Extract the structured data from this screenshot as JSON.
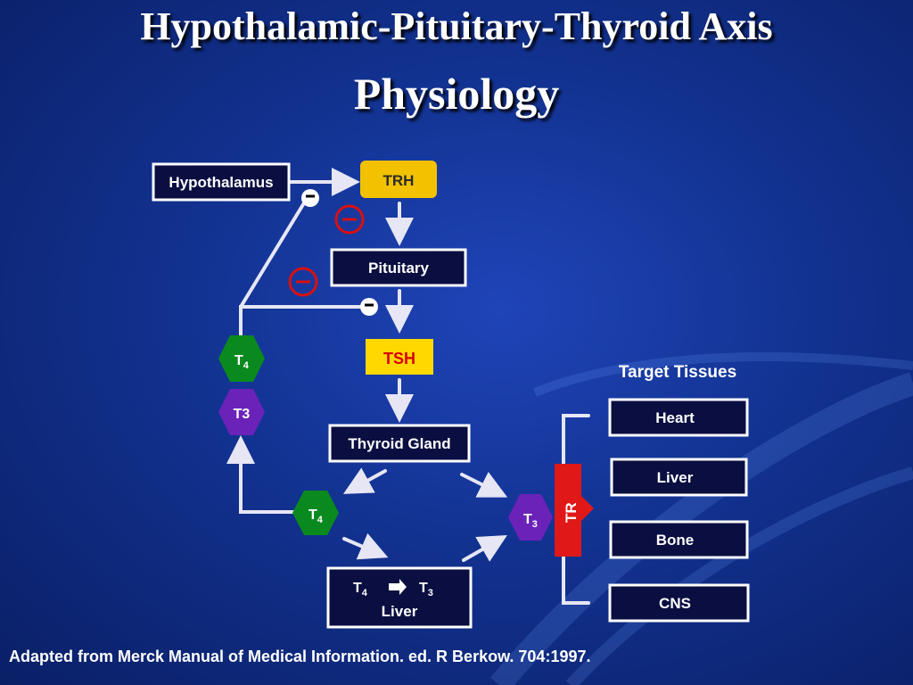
{
  "title": {
    "line1": "Hypothalamic-Pituitary-Thyroid Axis",
    "line2": "Physiology"
  },
  "nodes": {
    "hypothalamus": "Hypothalamus",
    "trh": "TRH",
    "pituitary": "Pituitary",
    "tsh": "TSH",
    "thyroid": "Thyroid Gland",
    "liver_box": {
      "t4": "T",
      "t4_sub": "4",
      "t3": "T",
      "t3_sub": "3",
      "label": "Liver"
    }
  },
  "hexagons": {
    "t4_upper": {
      "letter": "T",
      "sub": "4"
    },
    "t3_upper": {
      "letter": "T3"
    },
    "t4_lower": {
      "letter": "T",
      "sub": "4"
    },
    "t3_right": {
      "letter": "T",
      "sub": "3"
    }
  },
  "receptor": "TR",
  "target_tissues": {
    "heading": "Target Tissues",
    "items": [
      "Heart",
      "Liver",
      "Bone",
      "CNS"
    ]
  },
  "caption": "Adapted from Merck Manual of Medical Information. ed. R Berkow. 704:1997.",
  "colors": {
    "background": "#123290",
    "trh_box": "#f2c200",
    "tsh_box": "#ffd800",
    "tsh_text": "#d80000",
    "hex_green": "#0a8a1e",
    "hex_purple": "#6a22b8",
    "receptor_red": "#e01818",
    "inhibition_red": "#d81010",
    "node_fill": "#0a0e40",
    "arrow": "#e6e6f5"
  }
}
